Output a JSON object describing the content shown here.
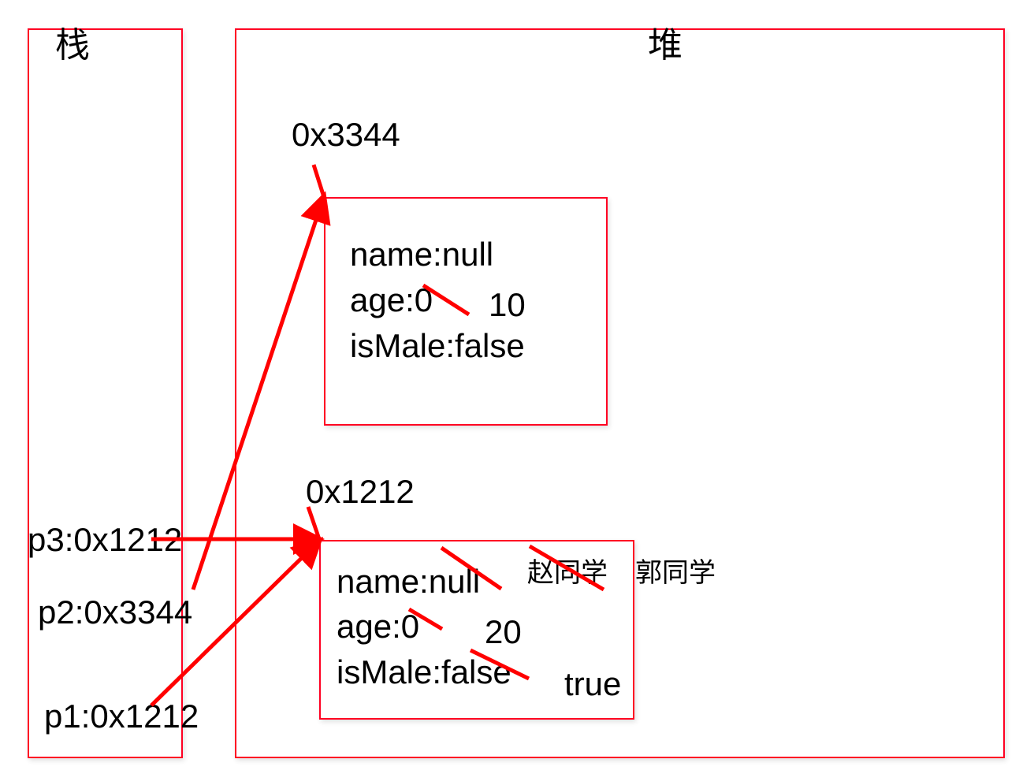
{
  "diagram": {
    "type": "java-memory-model",
    "stack": {
      "title": "栈",
      "variables": [
        {
          "label": "p3:0x1212",
          "name": "p3",
          "ref": "0x1212"
        },
        {
          "label": "p2:0x3344",
          "name": "p2",
          "ref": "0x3344"
        },
        {
          "label": "p1:0x1212",
          "name": "p1",
          "ref": "0x1212"
        }
      ]
    },
    "heap": {
      "title": "堆",
      "objects": [
        {
          "address": "0x3344",
          "fields": {
            "name": "name:null",
            "age": "age:0",
            "isMale": "isMale:false"
          },
          "updates": {
            "age_new": "10"
          }
        },
        {
          "address": "0x1212",
          "fields": {
            "name": "name:null",
            "age": "age:0",
            "isMale": "isMale:false"
          },
          "updates": {
            "name_new_1": "赵同学",
            "name_new_2": "郭同学",
            "age_new": "20",
            "isMale_new": "true"
          }
        }
      ]
    },
    "colors": {
      "border": "#ff0022",
      "arrow": "#ff0000",
      "text": "#000000"
    }
  }
}
